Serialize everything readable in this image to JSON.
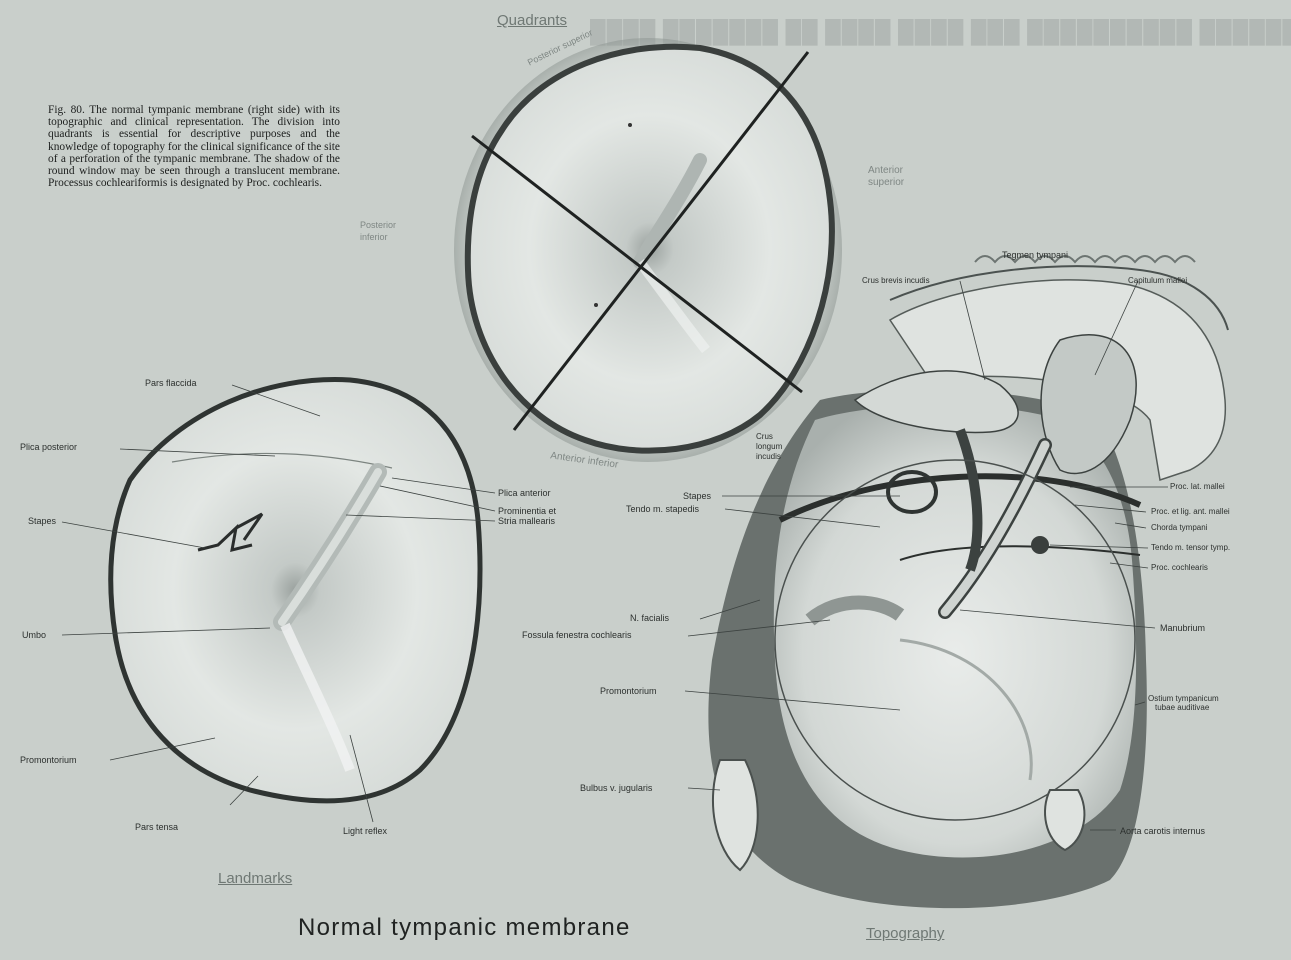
{
  "caption": "Fig. 80. The normal tympanic membrane (right side) with its topographic and clinical representation. The division into quadrants is essential for descriptive purposes and the knowledge of topography for the clinical significance of the site of a perforation of the tympanic membrane. The shadow of the round window may be seen through a translucent membrane. Processus cochleariformis is designated by Proc. cochlearis.",
  "title": "Normal tympanic membrane",
  "panels": {
    "quadrants": {
      "heading": "Quadrants",
      "labels": {
        "posterior_superior": "Posterior superior",
        "anterior_superior_1": "Anterior",
        "anterior_superior_2": "superior",
        "posterior_inferior_1": "Posterior",
        "posterior_inferior_2": "inferior",
        "anterior_inferior": "Anterior inferior"
      }
    },
    "landmarks": {
      "heading": "Landmarks",
      "labels": {
        "pars_flaccida": "Pars flaccida",
        "plica_posterior": "Plica posterior",
        "stapes": "Stapes",
        "umbo": "Umbo",
        "promontorium": "Promontorium",
        "pars_tensa": "Pars tensa",
        "light_reflex": "Light reflex",
        "plica_anterior": "Plica anterior",
        "prominentia_1": "Prominentia et",
        "prominentia_2": "Stria mallearis"
      }
    },
    "topography": {
      "heading": "Topography",
      "labels": {
        "tegmen": "Tegmen tympani",
        "crus_brevis": "Crus brevis incudis",
        "capitulum": "Capitulum mallei",
        "crus_longum_1": "Crus",
        "crus_longum_2": "longum",
        "crus_longum_3": "incudis",
        "stapes": "Stapes",
        "tendo_stapedis": "Tendo m. stapedis",
        "proc_lat": "Proc. lat. mallei",
        "proc_ant": "Proc. et lig. ant. mallei",
        "chorda": "Chorda tympani",
        "tendo_tensor": "Tendo m. tensor tymp.",
        "proc_cochlearis": "Proc. cochlearis",
        "n_facialis": "N. facialis",
        "fossula": "Fossula fenestra cochlearis",
        "manubrium": "Manubrium",
        "promontorium": "Promontorium",
        "ostium_1": "Ostium tympanicum",
        "ostium_2": "tubae auditivae",
        "bulbus": "Bulbus v. jugularis",
        "aorta": "Aorta carotis internus"
      }
    }
  },
  "colors": {
    "paper": "#c9cfcb",
    "ink": "#1f2221",
    "membrane": "#dfe3e0",
    "rim": "#3a3f3d"
  }
}
